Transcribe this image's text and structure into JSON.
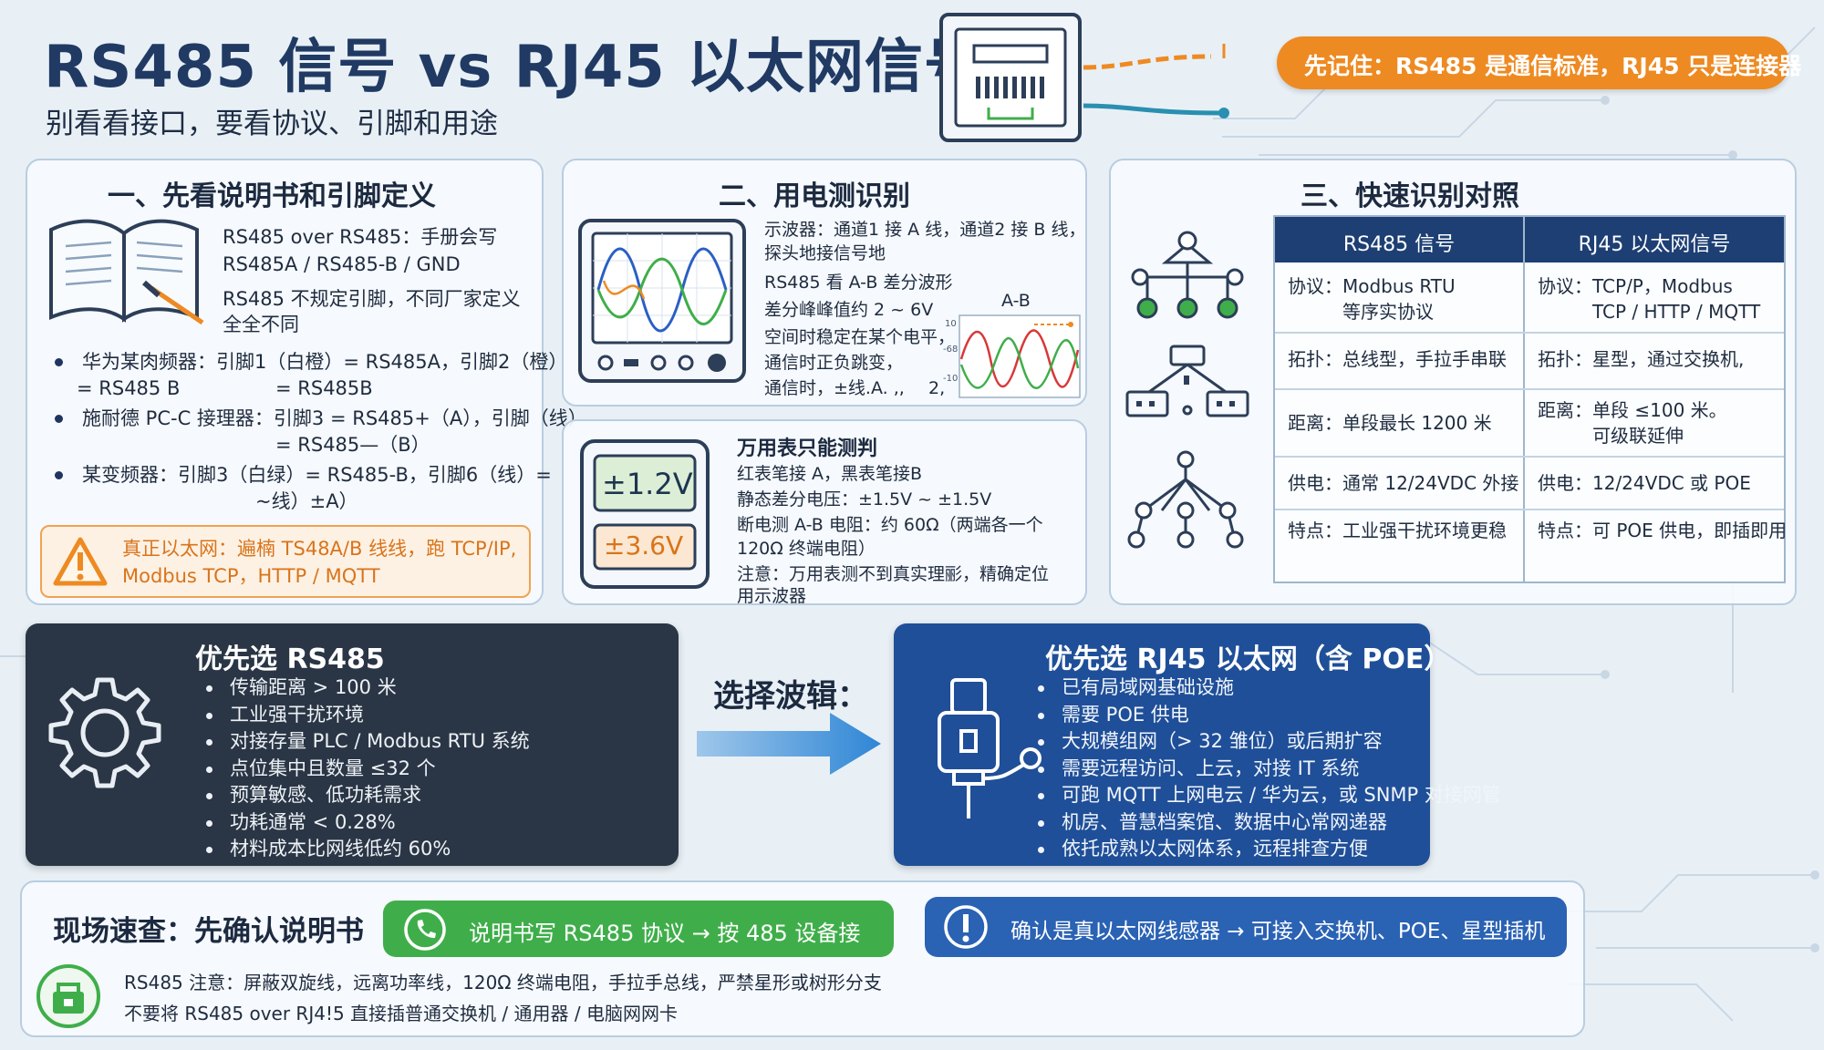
{
  "header": {
    "title": "RS485 信号 vs RJ45 以太网信号",
    "subtitle": "别看看接口，要看协议、引脚和用途",
    "callout": "先记住：RS485 是通信标准，RJ45 只是连接器"
  },
  "section1": {
    "heading": "一、先看说明书和引脚定义",
    "intro": [
      "RS485 over RS485：手册会写",
      "RS485A / RS485-B / GND",
      "RS485 不规定引脚，不同厂家定义",
      "全全不同"
    ],
    "bullets": [
      {
        "line1": "华为某肉频器：引脚1（白橙）= RS485A，引脚2（橙）",
        "line2": "= RS485 B",
        "line2b": "= RS485B"
      },
      {
        "line1": "施耐德 PC-C 接理器：引脚3 = RS485+（A），引脚（线）",
        "line2": "= RS485—（B）"
      },
      {
        "line1": "某变频器：引脚3（白绿）= RS485-B，引脚6（线）=",
        "line2": "~线）±A）"
      }
    ],
    "warning": {
      "line1": "真正以太网：遍楠 TS48A/B 线线，跑 TCP/IP,",
      "line2": "Modbus TCP，HTTP / MQTT"
    }
  },
  "section2": {
    "heading": "二、用电测识别",
    "scope_lines": [
      "示波器：通道1 接 A 线，通道2 接 B 线，",
      "探头地接信号地",
      "RS485 看 A-B 差分波形",
      "差分峰峰值约 2 ~ 6V",
      "空间时稳定在某个电平，",
      "通信时正负跳变，",
      "通信时，±线.A. ,,",
      "2,"
    ],
    "scope_label": "A-B",
    "scope_ticks": [
      "10",
      "-68",
      "-10"
    ],
    "meter_heading": "万用表只能测判",
    "meter_lines": [
      "红表笔接 A，黑表笔接B",
      "静态差分电压：±1.5V ~ ±1.5V",
      "断电测 A-B 电阻：约 60Ω（两端各一个",
      "120Ω 终端电阻）",
      "注意：万用表测不到真实理彨，精确定位",
      "用示波器"
    ],
    "meter_readings": [
      "±1.2V",
      "±3.6V"
    ]
  },
  "section3": {
    "heading": "三、快速识别对照",
    "col_headers": [
      "RS485 信号",
      "RJ45 以太网信号"
    ],
    "rows": [
      {
        "left": [
          "协议：Modbus RTU",
          "　　　等序实协议"
        ],
        "right": [
          "协议：TCP/P，Modbus",
          "　　　TCP / HTTP / MQTT"
        ]
      },
      {
        "left": [
          "拓扑：总线型，手拉手串联"
        ],
        "right": [
          "拓扑：星型，通过交换机,"
        ]
      },
      {
        "left": [
          "距离：单段最长 1200 米"
        ],
        "right": [
          "距离：单段 ≤100 米。",
          "　　　可级联延伸"
        ]
      },
      {
        "left": [
          "供电：通常 12/24VDC 外接"
        ],
        "right": [
          "供电：12/24VDC 或 POE"
        ]
      },
      {
        "left": [
          "特点：工业强干扰环境更稳"
        ],
        "right": [
          "特点：可 POE 供电，即插即用"
        ]
      }
    ]
  },
  "choose_rs485": {
    "title": "优先选 RS485",
    "items": [
      "传输距离 > 100 米",
      "工业强干扰环境",
      "对接存量 PLC / Modbus RTU 系统",
      "点位集中且数量 ≤32 个",
      "预算敏感、低功耗需求",
      "功耗通常 < 0.28%",
      "材料成本比网线低约 60%"
    ]
  },
  "arrow_label": "选择波辑：",
  "choose_rj45": {
    "title": "优先选 RJ45 以太网（含 POE）",
    "items": [
      "已有局域网基础设施",
      "需要 POE 供电",
      "大规模组网（> 32 雏位）或后期扩容",
      "需要远程访问、上云，对接 IT 系统",
      "可跑 MQTT 上网电云 / 华为云，或 SNMP 对接网管",
      "机房、普慧档案馆、数据中心常网递器",
      "依托成熟以太网体系，远程排查方便"
    ]
  },
  "footer": {
    "title": "现场速查：先确认说明书",
    "green_pill": "说明书写 RS485 协议 → 按 485 设备接",
    "blue_pill": "确认是真以太网线感器 → 可接入交换机、POE、星型插机",
    "note1": "RS485 注意：屏蔽双旋线，远离功率线，120Ω 终端电阻，手拉手总线，严禁星形或树形分支",
    "note2": "不要将 RS485 over RJ4!5  直接插普通交换机 / 通用器 / 电脑网网卡"
  },
  "colors": {
    "navy": "#1d3f74",
    "dark_panel": "#2a3645",
    "blue_panel": "#1f4f98",
    "orange": "#ee8a22",
    "green": "#3fae4a",
    "pill_blue": "#2a62b4"
  }
}
